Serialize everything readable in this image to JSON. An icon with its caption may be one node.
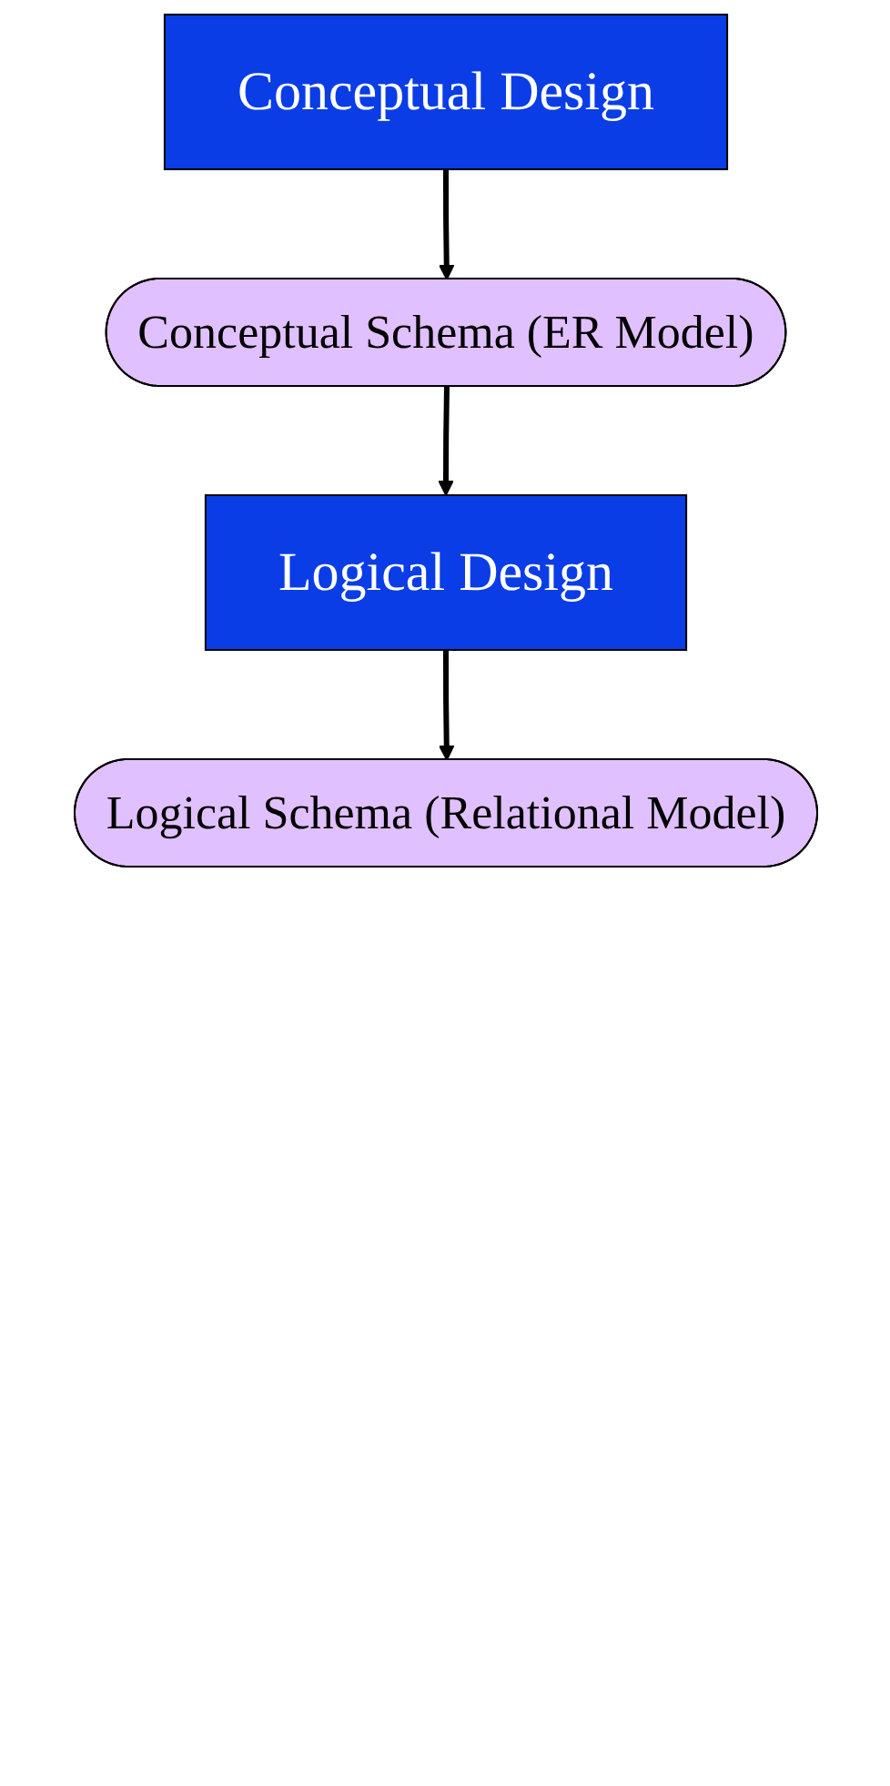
{
  "diagram": {
    "nodes": [
      {
        "text": [
          "Conceptual Design"
        ]
      },
      {
        "text": [
          "Conceptual Schema (ER Model)"
        ]
      },
      {
        "text": [
          "Logical Design"
        ]
      },
      {
        "text": [
          "Logical Schema (Relational Model)"
        ]
      }
    ],
    "edges": [
      {
        "from": 0,
        "to": 1,
        "arrow": "to"
      },
      {
        "from": 1,
        "to": 2,
        "arrow": "to"
      },
      {
        "from": 2,
        "to": 3,
        "arrow": "to"
      }
    ]
  }
}
